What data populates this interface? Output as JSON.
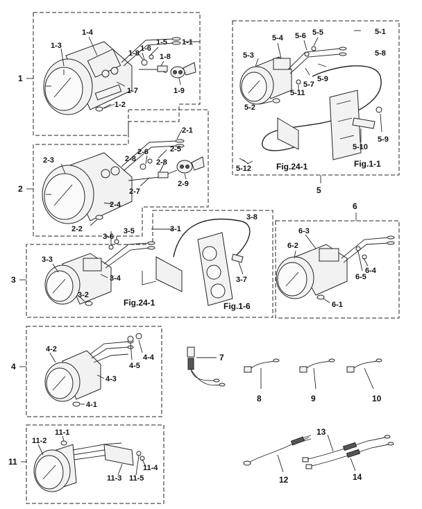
{
  "assemblies": [
    {
      "id": "1",
      "parts": [
        "1-1",
        "1-2",
        "1-3",
        "1-4",
        "1-5",
        "1-6",
        "1-7",
        "1-8",
        "1-8",
        "1-9"
      ]
    },
    {
      "id": "2",
      "parts": [
        "2-1",
        "2-2",
        "2-3",
        "2-4",
        "2-5",
        "2-6",
        "2-7",
        "2-8",
        "2-8",
        "2-9"
      ]
    },
    {
      "id": "3",
      "parts": [
        "3-1",
        "3-2",
        "3-3",
        "3-4",
        "3-5",
        "3-6",
        "3-7",
        "3-8"
      ],
      "refs": [
        "Fig.24-1",
        "Fig.1-6"
      ]
    },
    {
      "id": "4",
      "parts": [
        "4-1",
        "4-2",
        "4-3",
        "4-4",
        "4-5"
      ]
    },
    {
      "id": "5",
      "parts": [
        "5-1",
        "5-2",
        "5-3",
        "5-4",
        "5-5",
        "5-6",
        "5-7",
        "5-8",
        "5-9",
        "5-9",
        "5-10",
        "5-11",
        "5-12"
      ],
      "refs": [
        "Fig.24-1",
        "Fig.1-1"
      ]
    },
    {
      "id": "6",
      "parts": [
        "6-1",
        "6-2",
        "6-3",
        "6-4",
        "6-5"
      ]
    },
    {
      "id": "11",
      "parts": [
        "11-1",
        "11-2",
        "11-3",
        "11-4",
        "11-5"
      ]
    }
  ],
  "standalone_parts": [
    "7",
    "8",
    "9",
    "10",
    "12",
    "13",
    "14"
  ]
}
